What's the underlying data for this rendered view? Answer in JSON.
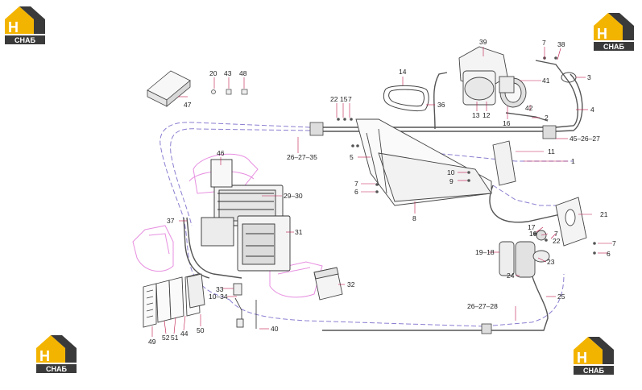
{
  "logos": [
    {
      "id": "logo-top-left",
      "mark": "H3",
      "text": "CHAБ"
    },
    {
      "id": "logo-top-right",
      "mark": "H3",
      "text": "CHAБ"
    },
    {
      "id": "logo-bottom-left",
      "mark": "H3",
      "text": "CHAБ"
    },
    {
      "id": "logo-bottom-right",
      "mark": "H3",
      "text": "CHAБ"
    }
  ],
  "callouts": {
    "c47": "47",
    "c20": "20",
    "c43": "43",
    "c48": "48",
    "c14": "14",
    "c39": "39",
    "c7a": "7",
    "c38": "38",
    "c3": "3",
    "c41": "41",
    "c36": "36",
    "c13": "13",
    "c12": "12",
    "c16": "16",
    "c42": "42",
    "c2": "2",
    "c4": "4",
    "c22a": "22",
    "c15": "15",
    "c7b": "7",
    "c45": "45–26–27",
    "c11": "11",
    "c1": "1",
    "c5": "5",
    "c26a": "26–27–35",
    "c46": "46",
    "c10a": "10",
    "c9": "9",
    "c7c": "7",
    "c6a": "6",
    "c29": "29–30",
    "c37": "37",
    "c31": "31",
    "c8": "8",
    "c21": "21",
    "c17": "17",
    "c10b": "10",
    "c7d": "7",
    "c22b": "22",
    "c7e": "7",
    "c6b": "6",
    "c19": "19–18",
    "c23": "23",
    "c24": "24",
    "c32": "32",
    "c33": "33",
    "c1034": "10–34",
    "c25": "25",
    "c2628": "26–27–28",
    "c49": "49",
    "c52": "52",
    "c51": "51",
    "c44": "44",
    "c50": "50",
    "c40": "40"
  },
  "colors": {
    "accent": "#f3b400",
    "dark": "#3a3a3a",
    "leader": "#c0184a",
    "line": "#555555",
    "highlight": "#e78fe0",
    "dashed": "#8a7fd0"
  }
}
